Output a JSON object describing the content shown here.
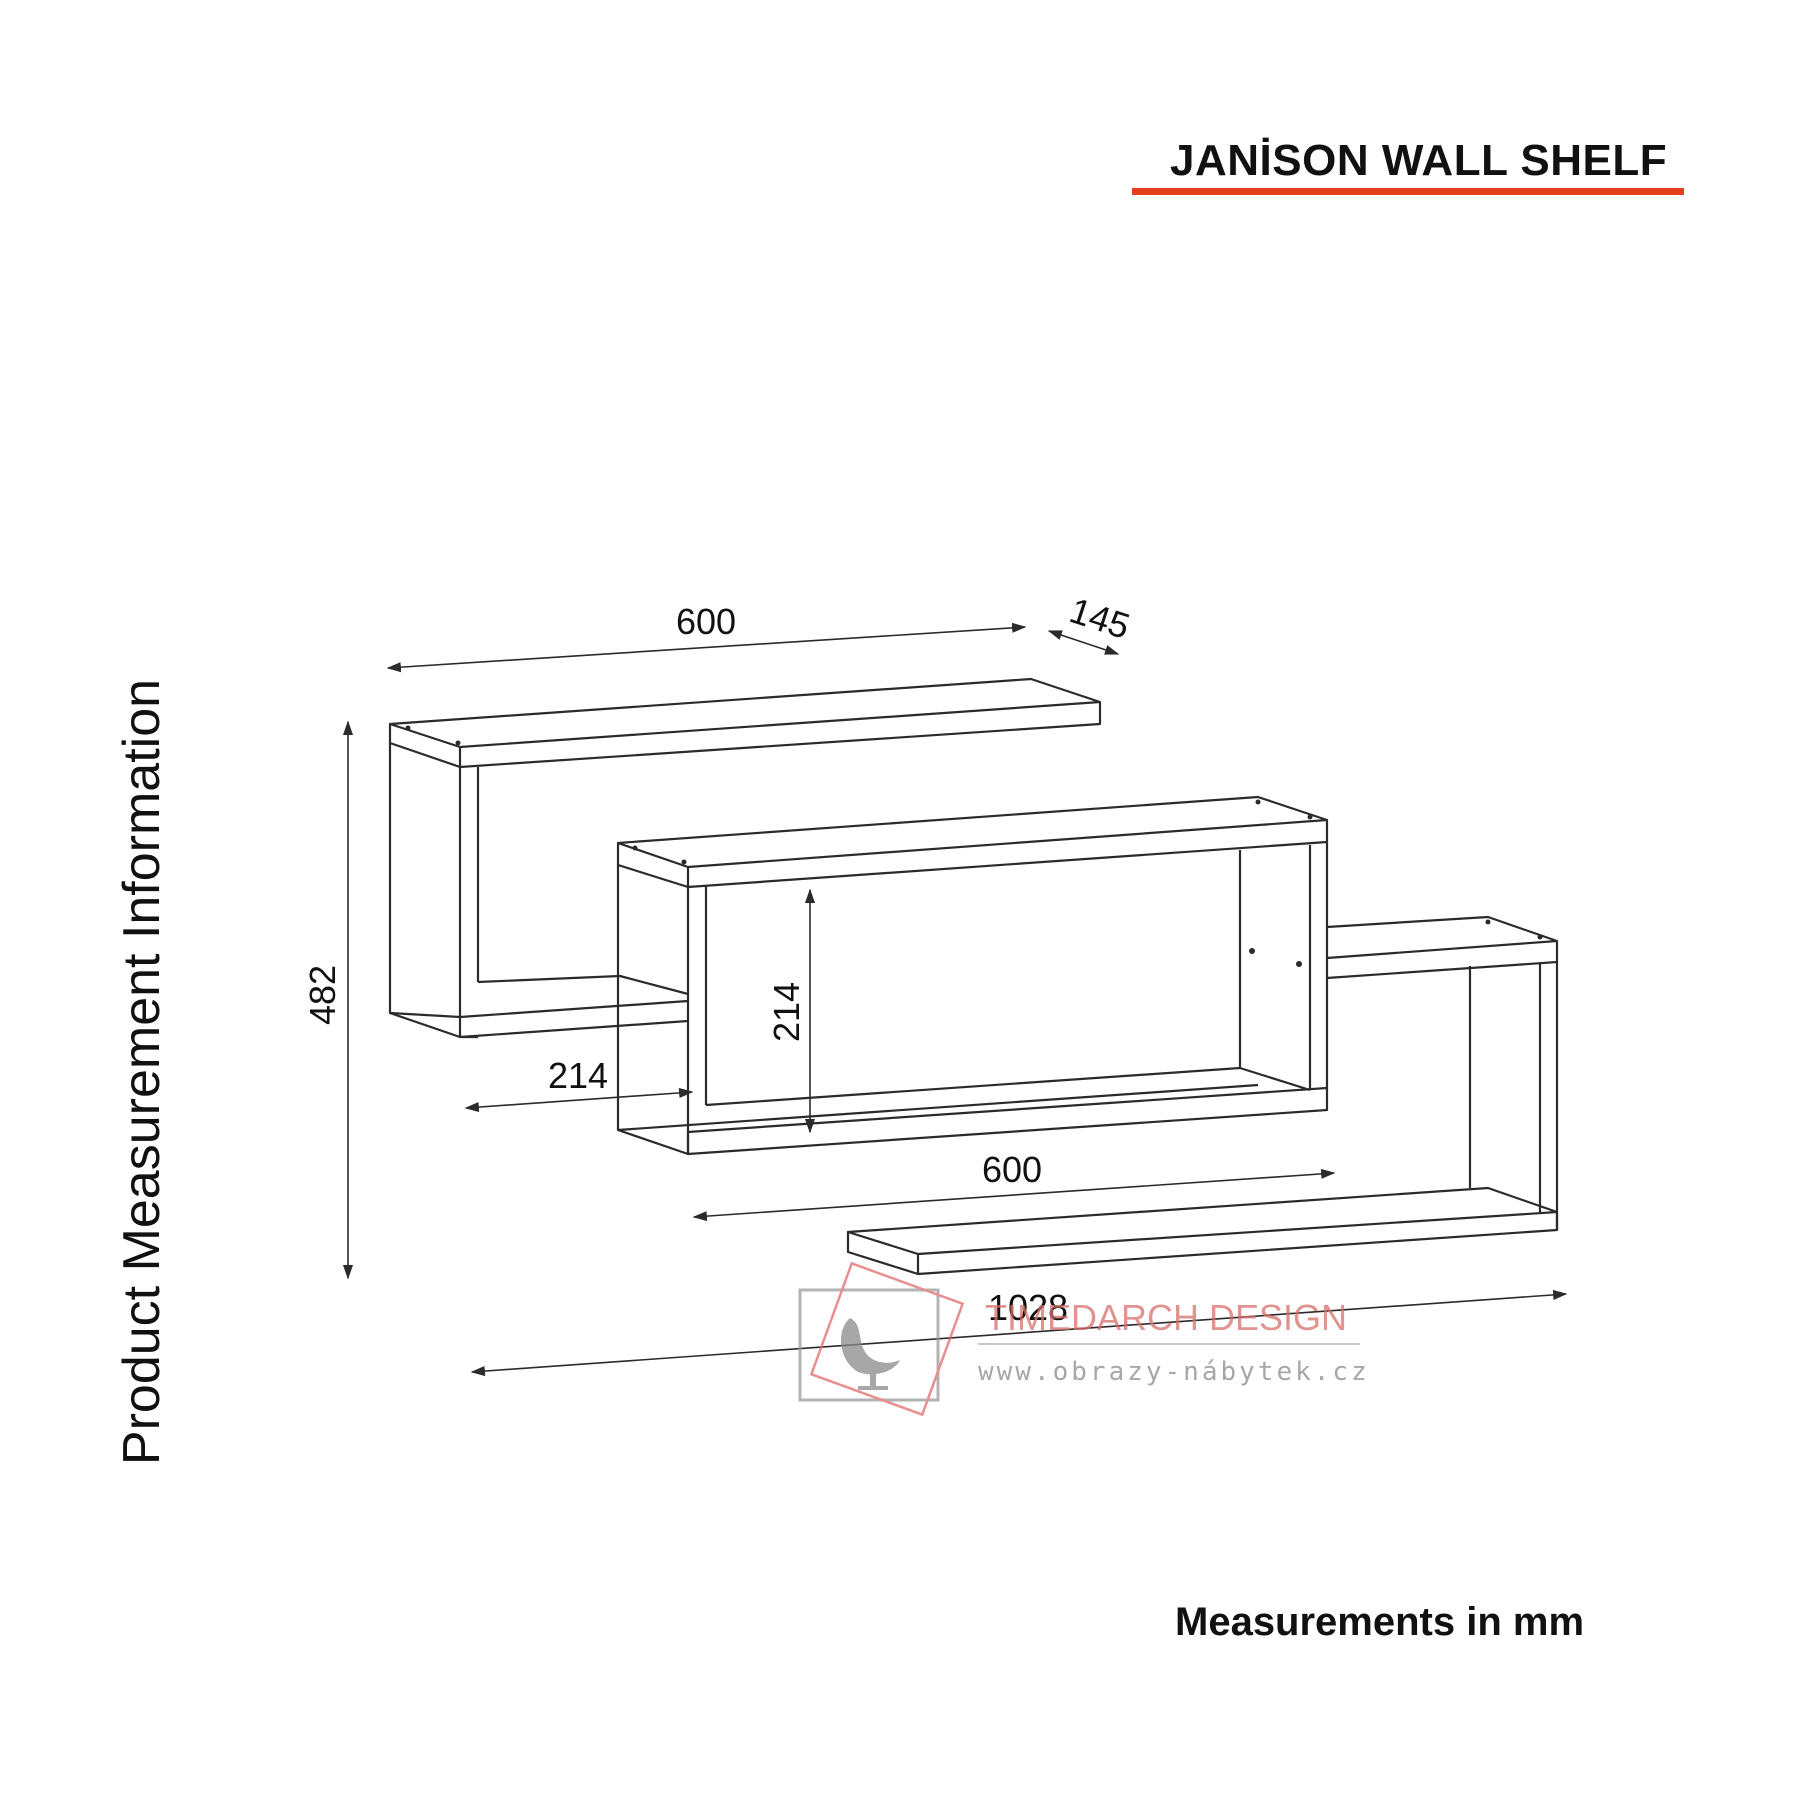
{
  "title": "JANİSON WALL SHELF",
  "side_label": "Product Measurement Information",
  "footer": "Measurements in mm",
  "accent_color": "#e2401c",
  "line_color": "#2b2b2b",
  "dimensions": {
    "top_width": "600",
    "depth": "145",
    "total_height": "482",
    "inner_height": "214",
    "left_width": "214",
    "bottom_width": "600",
    "total_width": "1028"
  },
  "watermark": {
    "brand": "TIMEDARCH DESIGN",
    "url": "www.obrazy-nábytek.cz",
    "logo_icon": "egg-chair-icon"
  }
}
